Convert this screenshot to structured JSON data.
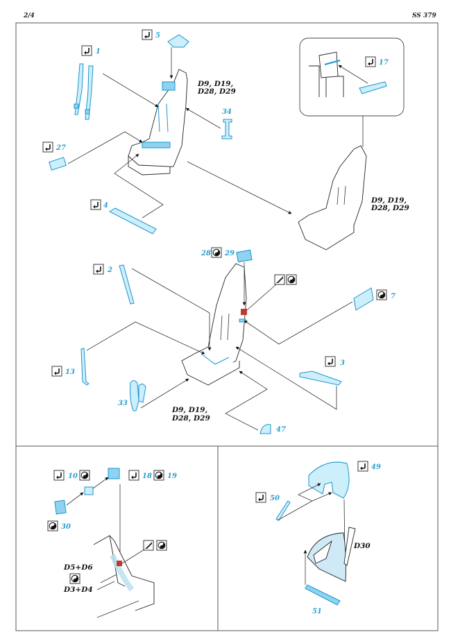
{
  "header": {
    "page_number": "2/4",
    "set_code": "SS 379"
  },
  "icons": {
    "bend": "bend-part-icon",
    "paint": "paint-decal-icon",
    "brush": "paint-brush-icon"
  },
  "colors": {
    "part_blue": "#1a94cc",
    "part_fill": "#8fd3f0",
    "label_blue": "#2a9fd0",
    "accent_red": "#c0392b",
    "frame": "#555555"
  },
  "variants": {
    "main_top": "D9, D19,",
    "main_bottom": "D28, D29",
    "side_top": "D9, D19,",
    "side_bottom": "D28, D29",
    "lower_top": "D9, D19,",
    "lower_bottom": "D28, D29",
    "wall_top": "D5+D6",
    "wall_bottom": "D3+D4",
    "canopy": "D30"
  },
  "parts": {
    "p1": "1",
    "p2": "2",
    "p3": "3",
    "p4": "4",
    "p5": "5",
    "p7": "7",
    "p10": "10",
    "p13": "13",
    "p17": "17",
    "p18": "18",
    "p19": "19",
    "p27": "27",
    "p28": "28",
    "p29": "29",
    "p30": "30",
    "p33": "33",
    "p34": "34",
    "p47": "47",
    "p49": "49",
    "p50": "50",
    "p51": "51"
  }
}
